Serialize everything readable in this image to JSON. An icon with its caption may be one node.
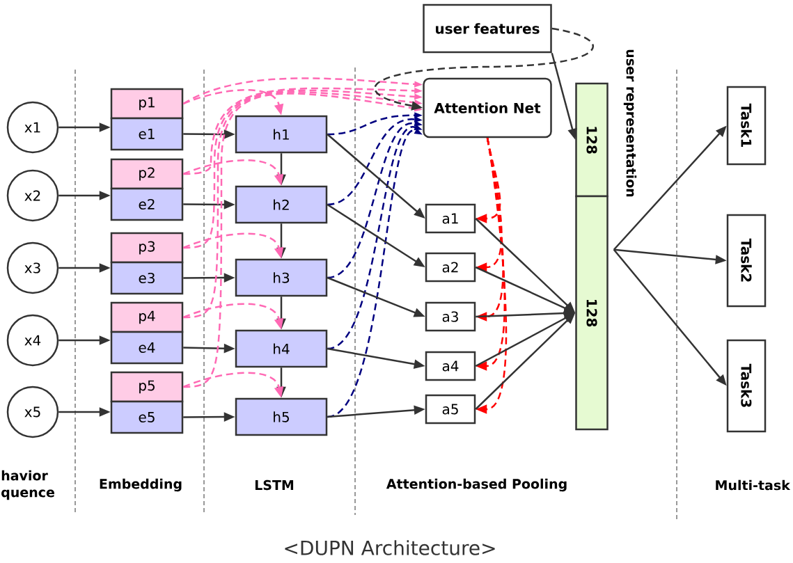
{
  "diagram": {
    "caption": "<DUPN Architecture>",
    "nodes": [
      {
        "text": [
          "x1"
        ]
      },
      {
        "text": [
          "x2"
        ]
      },
      {
        "text": [
          "x3"
        ]
      },
      {
        "text": [
          "x4"
        ]
      },
      {
        "text": [
          "x5"
        ]
      },
      {
        "text": [
          "p1"
        ]
      },
      {
        "text": [
          "p2"
        ]
      },
      {
        "text": [
          "p3"
        ]
      },
      {
        "text": [
          "p4"
        ]
      },
      {
        "text": [
          "p5"
        ]
      },
      {
        "text": [
          "e1"
        ]
      },
      {
        "text": [
          "e2"
        ]
      },
      {
        "text": [
          "e3"
        ]
      },
      {
        "text": [
          "e4"
        ]
      },
      {
        "text": [
          "e5"
        ]
      },
      {
        "text": [
          "h1"
        ]
      },
      {
        "text": [
          "h2"
        ]
      },
      {
        "text": [
          "h3"
        ]
      },
      {
        "text": [
          "h4"
        ]
      },
      {
        "text": [
          "h5"
        ]
      },
      {
        "text": [
          "user features"
        ]
      },
      {
        "text": [
          "Attention Net"
        ]
      },
      {
        "text": [
          "a1"
        ]
      },
      {
        "text": [
          "a2"
        ]
      },
      {
        "text": [
          "a3"
        ]
      },
      {
        "text": [
          "a4"
        ]
      },
      {
        "text": [
          "a5"
        ]
      },
      {
        "text": [
          "128"
        ]
      },
      {
        "text": [
          "128"
        ]
      },
      {
        "text": [
          "Task1"
        ]
      },
      {
        "text": [
          "Task2"
        ]
      },
      {
        "text": [
          "Task3"
        ]
      }
    ],
    "edges": [
      {
        "from": 0,
        "to": 10,
        "arrow": "to"
      },
      {
        "from": 1,
        "to": 11,
        "arrow": "to"
      },
      {
        "from": 2,
        "to": 12,
        "arrow": "to"
      },
      {
        "from": 3,
        "to": 13,
        "arrow": "to"
      },
      {
        "from": 4,
        "to": 14,
        "arrow": "to"
      },
      {
        "from": 10,
        "to": 15,
        "arrow": "to"
      },
      {
        "from": 11,
        "to": 16,
        "arrow": "to"
      },
      {
        "from": 12,
        "to": 17,
        "arrow": "to"
      },
      {
        "from": 13,
        "to": 18,
        "arrow": "to"
      },
      {
        "from": 14,
        "to": 19,
        "arrow": "to"
      },
      {
        "from": 15,
        "to": 16,
        "arrow": "to"
      },
      {
        "from": 16,
        "to": 17,
        "arrow": "to"
      },
      {
        "from": 17,
        "to": 18,
        "arrow": "to"
      },
      {
        "from": 18,
        "to": 19,
        "arrow": "to"
      },
      {
        "from": 5,
        "to": 15,
        "arrow": "to",
        "style": "dashed",
        "color": "#ff69b4"
      },
      {
        "from": 6,
        "to": 16,
        "arrow": "to",
        "style": "dashed",
        "color": "#ff69b4"
      },
      {
        "from": 7,
        "to": 17,
        "arrow": "to",
        "style": "dashed",
        "color": "#ff69b4"
      },
      {
        "from": 8,
        "to": 18,
        "arrow": "to",
        "style": "dashed",
        "color": "#ff69b4"
      },
      {
        "from": 9,
        "to": 19,
        "arrow": "to",
        "style": "dashed",
        "color": "#ff69b4"
      },
      {
        "from": 5,
        "to": 21,
        "arrow": "to",
        "style": "dashed",
        "color": "#ff69b4"
      },
      {
        "from": 6,
        "to": 21,
        "arrow": "to",
        "style": "dashed",
        "color": "#ff69b4"
      },
      {
        "from": 7,
        "to": 21,
        "arrow": "to",
        "style": "dashed",
        "color": "#ff69b4"
      },
      {
        "from": 8,
        "to": 21,
        "arrow": "to",
        "style": "dashed",
        "color": "#ff69b4"
      },
      {
        "from": 9,
        "to": 21,
        "arrow": "to",
        "style": "dashed",
        "color": "#ff69b4"
      },
      {
        "from": 15,
        "to": 21,
        "arrow": "to",
        "style": "dashed",
        "color": "#000080"
      },
      {
        "from": 16,
        "to": 21,
        "arrow": "to",
        "style": "dashed",
        "color": "#000080"
      },
      {
        "from": 17,
        "to": 21,
        "arrow": "to",
        "style": "dashed",
        "color": "#000080"
      },
      {
        "from": 18,
        "to": 21,
        "arrow": "to",
        "style": "dashed",
        "color": "#000080"
      },
      {
        "from": 19,
        "to": 21,
        "arrow": "to",
        "style": "dashed",
        "color": "#000080"
      },
      {
        "from": 15,
        "to": 22,
        "arrow": "to"
      },
      {
        "from": 16,
        "to": 23,
        "arrow": "to"
      },
      {
        "from": 17,
        "to": 24,
        "arrow": "to"
      },
      {
        "from": 18,
        "to": 25,
        "arrow": "to"
      },
      {
        "from": 19,
        "to": 26,
        "arrow": "to"
      },
      {
        "from": 21,
        "to": 22,
        "arrow": "to",
        "style": "dashed",
        "color": "#ff0000"
      },
      {
        "from": 21,
        "to": 23,
        "arrow": "to",
        "style": "dashed",
        "color": "#ff0000"
      },
      {
        "from": 21,
        "to": 24,
        "arrow": "to",
        "style": "dashed",
        "color": "#ff0000"
      },
      {
        "from": 21,
        "to": 25,
        "arrow": "to",
        "style": "dashed",
        "color": "#ff0000"
      },
      {
        "from": 21,
        "to": 26,
        "arrow": "to",
        "style": "dashed",
        "color": "#ff0000"
      },
      {
        "from": 22,
        "to": 28,
        "arrow": "to"
      },
      {
        "from": 23,
        "to": 28,
        "arrow": "to"
      },
      {
        "from": 24,
        "to": 28,
        "arrow": "to"
      },
      {
        "from": 25,
        "to": 28,
        "arrow": "to"
      },
      {
        "from": 26,
        "to": 28,
        "arrow": "to"
      },
      {
        "from": 20,
        "to": 27,
        "arrow": "to"
      },
      {
        "from": 20,
        "to": 21,
        "arrow": "to",
        "style": "dashed"
      },
      {
        "from": 28,
        "to": 29,
        "arrow": "to"
      },
      {
        "from": 28,
        "to": 30,
        "arrow": "to"
      },
      {
        "from": 28,
        "to": 31,
        "arrow": "to"
      }
    ],
    "labels": [
      "user representation",
      "havior quence",
      "Embedding",
      "LSTM",
      "Attention-based Pooling",
      "Multi-task"
    ]
  }
}
